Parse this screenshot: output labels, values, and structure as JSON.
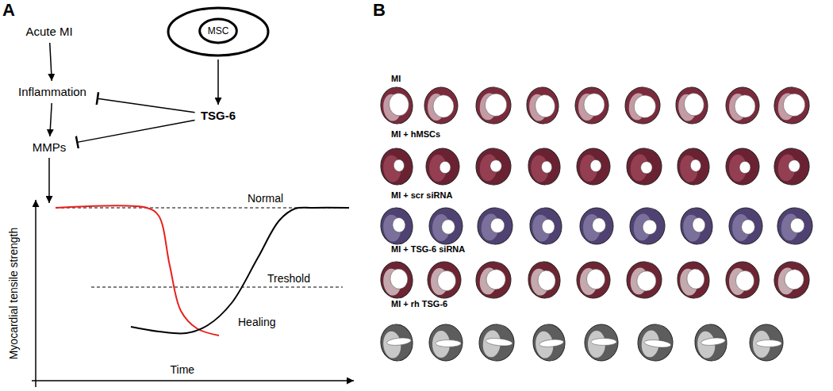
{
  "diagram": {
    "nodes": [
      {
        "text": [
          "Acute MI"
        ]
      },
      {
        "text": [
          "Inflammation"
        ]
      },
      {
        "text": [
          "MMPs"
        ]
      },
      {
        "text": [
          "MSC"
        ]
      },
      {
        "text": [
          "TSG-6"
        ]
      }
    ],
    "edges": [
      {
        "from": 0,
        "to": 1,
        "arrow": "to"
      },
      {
        "from": 1,
        "to": 2,
        "arrow": "to"
      },
      {
        "from": 3,
        "to": 4,
        "arrow": "to"
      },
      {
        "from": 4,
        "to": 1,
        "arrow": "to"
      },
      {
        "from": 4,
        "to": 2,
        "arrow": "to"
      }
    ],
    "labels": [
      "A",
      "B",
      "Normal",
      "Treshold",
      "Healing",
      "Myocardial tensile strength",
      "Time",
      "MI",
      "MI + hMSCs",
      "MI + scr siRNA",
      "MI + TSG-6 siRNA",
      "MI + rh TSG-6"
    ]
  }
}
